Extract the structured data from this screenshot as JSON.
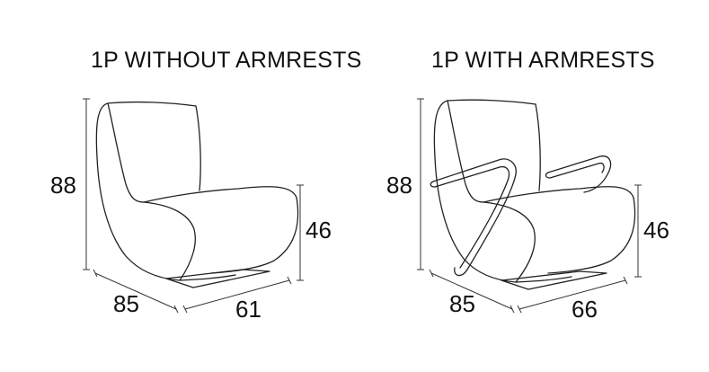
{
  "panels": {
    "left": {
      "title": "1P WITHOUT ARMRESTS",
      "dimensions": {
        "height": "88",
        "seat_height": "46",
        "depth": "85",
        "width": "61"
      }
    },
    "right": {
      "title": "1P WITH ARMRESTS",
      "dimensions": {
        "height": "88",
        "seat_height": "46",
        "depth": "85",
        "width": "66"
      }
    }
  }
}
